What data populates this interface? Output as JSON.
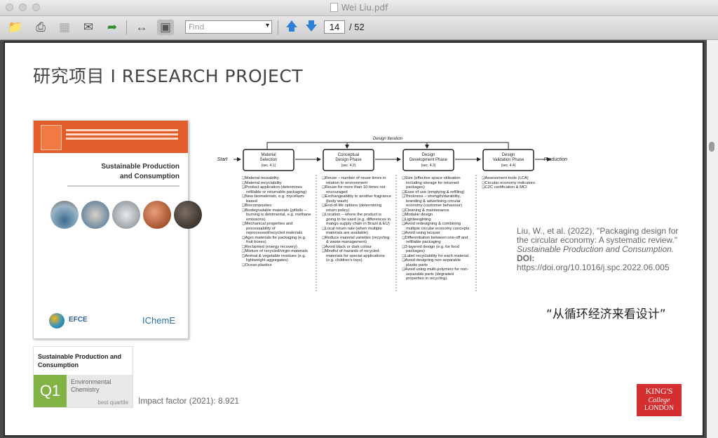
{
  "window": {
    "title": "Wei Liu.pdf"
  },
  "toolbar": {
    "find_placeholder": "Find",
    "current_page": "14",
    "page_total": "/ 52",
    "icons": [
      "open-folder-icon",
      "print-icon",
      "save-icon",
      "mail-icon",
      "share-icon",
      "fit-width-icon",
      "fit-page-icon",
      "prev-page-icon",
      "next-page-icon"
    ]
  },
  "slide": {
    "title": "研究项目 I RESEARCH PROJECT",
    "cover": {
      "journal_line1": "Sustainable Production",
      "journal_line2": "and Consumption",
      "logo_efce": "EFCE",
      "logo_icheme": "IChemE"
    },
    "ranking": {
      "journal": "Sustainable Production and Consumption",
      "quartile": "Q1",
      "category": "Environmental Chemistry",
      "quartile_label": "best quartile"
    },
    "impact_factor": "Impact factor (2021): 8.921",
    "diagram": {
      "iteration_label": "Design Iteration",
      "start_label": "Start",
      "end_label": "Production",
      "phases": [
        {
          "name_line1": "Material",
          "name_line2": "Selection",
          "sec": "(sec. 4.1)"
        },
        {
          "name_line1": "Conceptual",
          "name_line2": "Design Phase",
          "sec": "(sec. 4.2)"
        },
        {
          "name_line1": "Design",
          "name_line2": "Development Phase",
          "sec": "(sec. 4.3)"
        },
        {
          "name_line1": "Design",
          "name_line2": "Validation Phase",
          "sec": "(sec. 4.4)"
        }
      ],
      "columns": [
        [
          "Material reusability",
          "Material recyclability",
          "Product application (determines refillable or returnable packaging)",
          "New biomaterials, e.g. mycelium-based",
          "Biocomposites",
          "Biodegradable materials (pitfalls – burning is detrimental, e.g. methane emissions)",
          "Mechanical properties and processability of reprocessed/recycled materials",
          "Agro materials for packaging (e.g. fruit boxes)",
          "Reclaimed (energy recovery)",
          "Mixture of recycled/virgin materials",
          "Animal & vegetable residues (e.g. lightweight aggregates)",
          "Ocean plastics"
        ],
        [
          "Reuse – number of reuse times in relation to environment",
          "Reuse for more than 10 times not encouraged",
          "Exchangeability to another fragrance (body wash)",
          "End-of-life options (determining return policy)",
          "Location – where the product is going to be used (e.g. differences in mango supply chain in Brazil & EU)",
          "Local return rate (when multiple materials are available)",
          "Reduce material varieties (recycling & waste management)",
          "Avoid black or dark colour",
          "Mindful of hazards of recycled materials for special applications (e.g. children's toys)"
        ],
        [
          "Size (effective space utilisation including storage for returned packages)",
          "Ease of use (emptying & refilling)",
          "Thickness – strength/durability, branding & advertising circular economy (customer behaviour)",
          "Cleaning & maintenance",
          "Modular design",
          "Lightweighting",
          "Avoid redesigning & combining multiple circular economy concepts",
          "Avoid using lacquer",
          "Differentiation between one-off and refillable packaging",
          "3-layered design (e.g. for food packages)",
          "Label recyclability for each material",
          "Avoid designing non-separable plastic parts",
          "Avoid using multi-polymers for non-separable parts (degraded properties in recycling)"
        ],
        [
          "Assessment tools (LCA)",
          "Circular economy indicators",
          "C2C certification & MCI"
        ]
      ]
    },
    "citation": {
      "authors": "Liu, W., et al. (2022), \"Packaging design for the circular economy: A systematic review.\" ",
      "journal": "Sustainable Production and Consumption.",
      "doi_label": "DOI:",
      "doi": "https://doi.org/10.1016/j.spc.2022.06.005"
    },
    "quote": "“从循环经济来看设计”",
    "kings": {
      "line1": "KING'S",
      "line2": "College",
      "line3": "LONDON"
    }
  },
  "colors": {
    "cover_accent": "#e35d2a",
    "q1_green": "#82b345",
    "kings_red": "#d42e2e"
  }
}
